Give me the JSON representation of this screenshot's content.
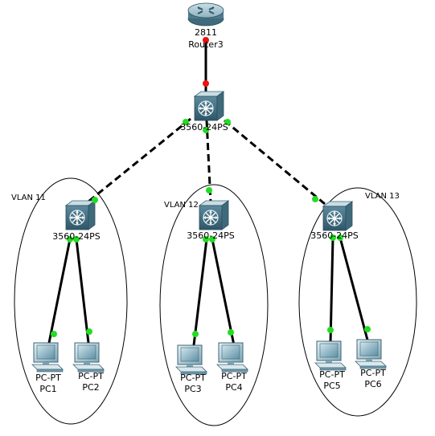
{
  "router": {
    "model": "2811",
    "name": "Router3"
  },
  "core_switch": {
    "model": "3560-24PS"
  },
  "vlans": [
    {
      "label": "VLAN 11",
      "switch_model": "3560-24PS",
      "pcs": [
        {
          "model": "PC-PT",
          "name": "PC1"
        },
        {
          "model": "PC-PT",
          "name": "PC2"
        }
      ]
    },
    {
      "label": "VLAN 12",
      "switch_model": "3560-24PS",
      "pcs": [
        {
          "model": "PC-PT",
          "name": "PC3"
        },
        {
          "model": "PC-PT",
          "name": "PC4"
        }
      ]
    },
    {
      "label": "VLAN 13",
      "switch_model": "3560-24PS",
      "pcs": [
        {
          "model": "PC-PT",
          "name": "PC5"
        },
        {
          "model": "PC-PT",
          "name": "PC6"
        }
      ]
    }
  ],
  "links": {
    "router_to_core": {
      "type": "straight",
      "status": "down"
    },
    "core_to_vlan_switches": {
      "type": "crossover",
      "status": "up"
    },
    "switch_to_pcs": {
      "type": "straight",
      "status": "up"
    }
  },
  "colors": {
    "link_up": "#22dd22",
    "link_down": "#ee1111",
    "device": "#5d8a9e",
    "cable": "#000000"
  }
}
